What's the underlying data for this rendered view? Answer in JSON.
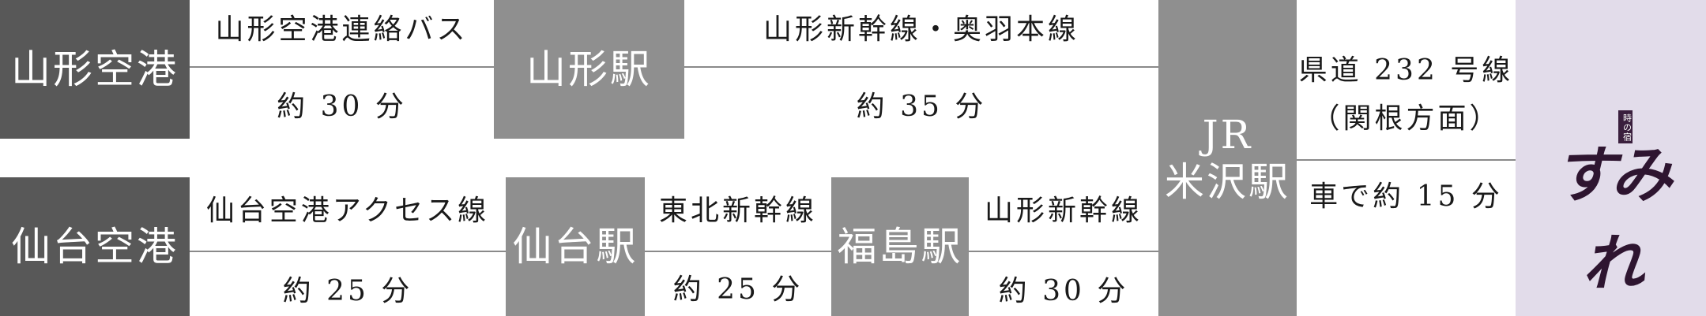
{
  "route_top": {
    "origin": "山形空港",
    "leg1": {
      "transport": "山形空港連絡バス",
      "duration": "約 30 分"
    },
    "transfer": "山形駅",
    "leg2": {
      "transport": "山形新幹線・奥羽本線",
      "duration": "約 35 分"
    }
  },
  "route_bottom": {
    "origin": "仙台空港",
    "leg1": {
      "transport": "仙台空港アクセス線",
      "duration": "約 25 分"
    },
    "transfer1": "仙台駅",
    "leg2": {
      "transport": "東北新幹線",
      "duration": "約 25 分"
    },
    "transfer2": "福島駅",
    "leg3": {
      "transport": "山形新幹線",
      "duration": "約 30 分"
    }
  },
  "hub": {
    "line1": "JR",
    "line2": "米沢駅"
  },
  "final_leg": {
    "route_line1": "県道 232 号線",
    "route_line2": "（関根方面）",
    "duration": "車で約 15 分"
  },
  "destination": {
    "logo_small": "時の宿",
    "logo_main": "すみれ"
  },
  "colors": {
    "dark_box": "#585858",
    "gray_box": "#8f8f8f",
    "destination_bg": "#e2dcea",
    "logo": "#2e1530"
  }
}
